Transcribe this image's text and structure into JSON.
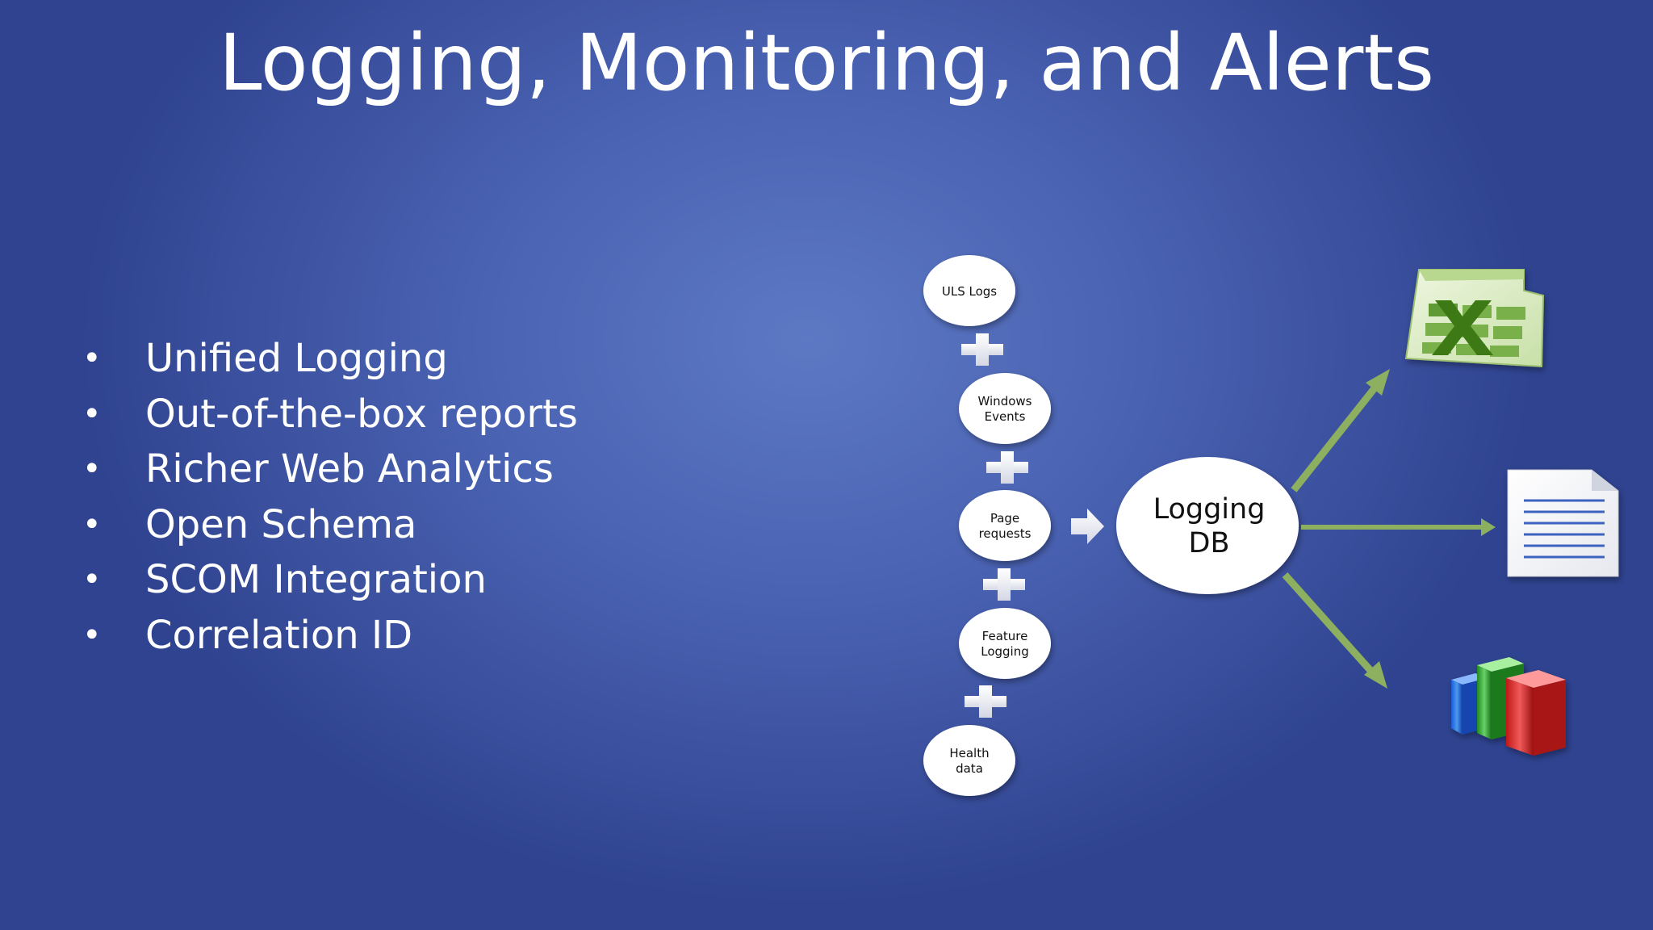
{
  "title": "Logging, Monitoring, and Alerts",
  "bullets": [
    "Unified Logging",
    "Out-of-the-box reports",
    "Richer Web Analytics",
    "Open Schema",
    "SCOM Integration",
    "Correlation ID"
  ],
  "diagram": {
    "sources": [
      {
        "lines": [
          "ULS Logs"
        ]
      },
      {
        "lines": [
          "Windows",
          "Events"
        ]
      },
      {
        "lines": [
          "Page",
          "requests"
        ]
      },
      {
        "lines": [
          "Feature",
          "Logging"
        ]
      },
      {
        "lines": [
          "Health",
          "data"
        ]
      }
    ],
    "hub": {
      "line1": "Logging",
      "line2": "DB"
    },
    "outputs": [
      {
        "icon": "excel-icon"
      },
      {
        "icon": "document-icon"
      },
      {
        "icon": "bar-chart-icon"
      }
    ],
    "colors": {
      "arrow": "#8cb060",
      "node_fill": "#ffffff",
      "plus": "#ffffff"
    }
  }
}
